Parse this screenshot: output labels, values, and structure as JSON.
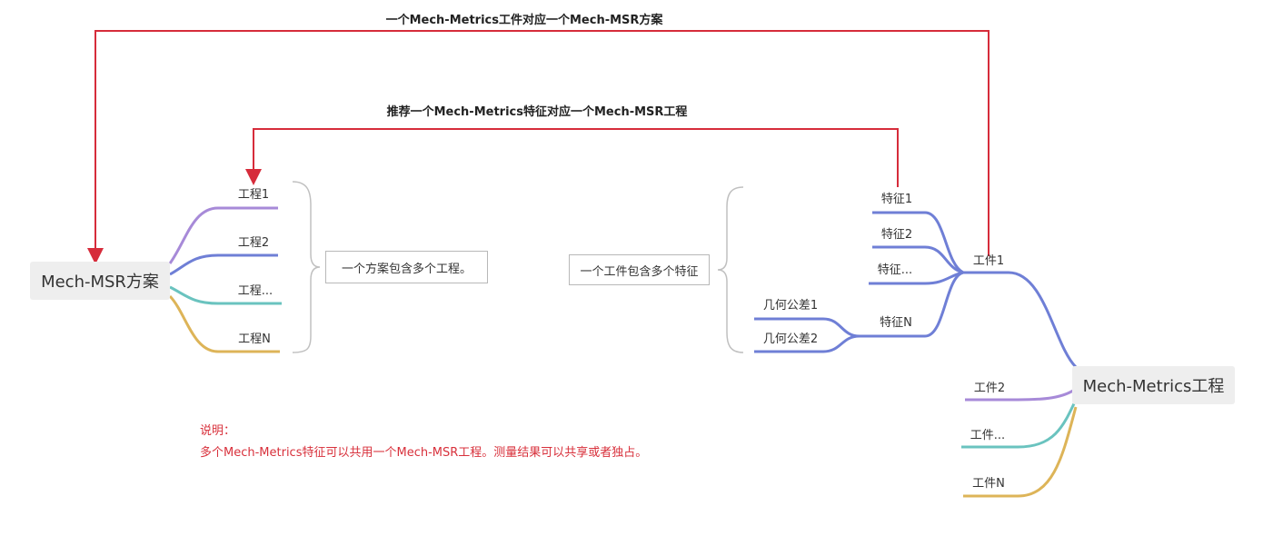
{
  "colors": {
    "connector": "#d62c3b",
    "purple": "#a78ad8",
    "blue": "#6f7fd6",
    "teal": "#6ac3bf",
    "gold": "#ddb458",
    "bracket": "#c0c0c0",
    "note": "#d8303b"
  },
  "connections": {
    "top_label": "一个Mech-Metrics工件对应一个Mech-MSR方案",
    "mid_label": "推荐一个Mech-Metrics特征对应一个Mech-MSR工程"
  },
  "msr": {
    "root_label": "Mech-MSR方案",
    "children": [
      "工程1",
      "工程2",
      "工程...",
      "工程N"
    ],
    "summary": "一个方案包含多个工程。"
  },
  "metrics": {
    "root_label": "Mech-Metrics工程",
    "workpieces": [
      "工件1",
      "工件2",
      "工件...",
      "工件N"
    ],
    "features": [
      "特征1",
      "特征2",
      "特征...",
      "特征N"
    ],
    "tolerances": [
      "几何公差1",
      "几何公差2"
    ],
    "summary": "一个工件包含多个特征"
  },
  "note": {
    "title": "说明：",
    "body": "多个Mech-Metrics特征可以共用一个Mech-MSR工程。测量结果可以共享或者独占。"
  }
}
